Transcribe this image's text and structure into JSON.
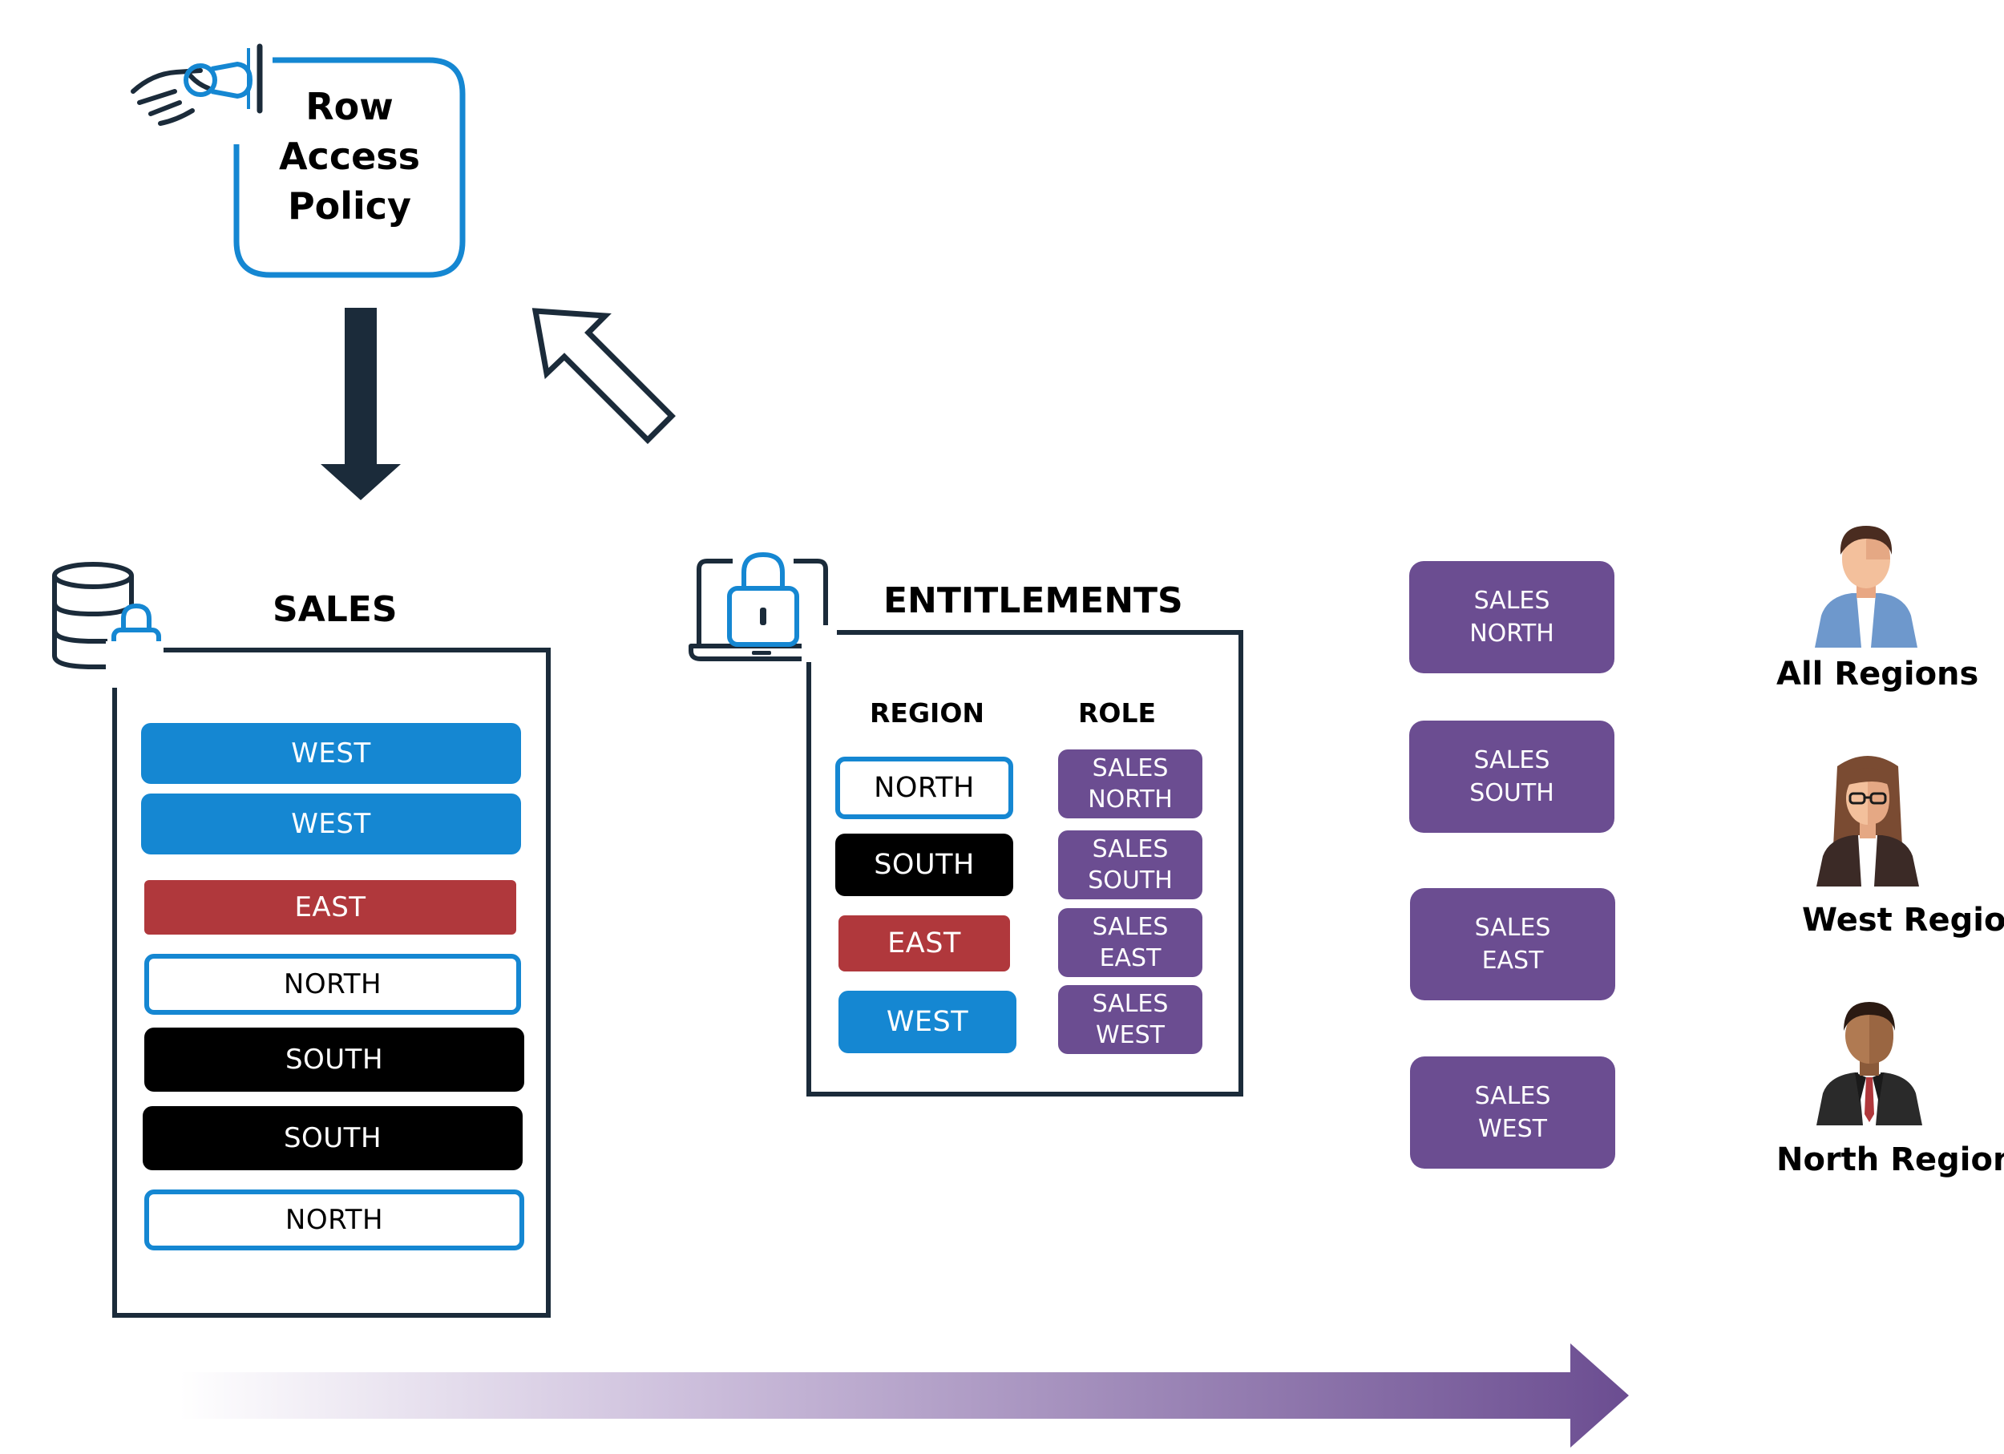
{
  "policy": {
    "lines": [
      "Row",
      "Access",
      "Policy"
    ]
  },
  "sales": {
    "title": "SALES",
    "rows": [
      {
        "label": "WEST",
        "style": "blue"
      },
      {
        "label": "WEST",
        "style": "blue"
      },
      {
        "label": "EAST",
        "style": "red"
      },
      {
        "label": "NORTH",
        "style": "outline"
      },
      {
        "label": "SOUTH",
        "style": "black"
      },
      {
        "label": "SOUTH",
        "style": "black"
      },
      {
        "label": "NORTH",
        "style": "outline"
      }
    ]
  },
  "entitlements": {
    "title": "ENTITLEMENTS",
    "region_header": "REGION",
    "role_header": "ROLE",
    "rows": [
      {
        "region": "NORTH",
        "style": "outline",
        "role": [
          "SALES",
          "NORTH"
        ]
      },
      {
        "region": "SOUTH",
        "style": "black",
        "role": [
          "SALES",
          "SOUTH"
        ]
      },
      {
        "region": "EAST",
        "style": "red",
        "role": [
          "SALES",
          "EAST"
        ]
      },
      {
        "region": "WEST",
        "style": "blue",
        "role": [
          "SALES",
          "WEST"
        ]
      }
    ]
  },
  "roles": [
    [
      "SALES",
      "NORTH"
    ],
    [
      "SALES",
      "SOUTH"
    ],
    [
      "SALES",
      "EAST"
    ],
    [
      "SALES",
      "WEST"
    ]
  ],
  "users": [
    {
      "label": "All Regions",
      "icon": "man-user-icon"
    },
    {
      "label": "West Region",
      "icon": "woman-user-icon"
    },
    {
      "label": "North Region",
      "icon": "businessman-user-icon"
    }
  ],
  "colors": {
    "blue": "#1587d2",
    "red": "#b0383c",
    "black": "#000000",
    "purple": "#6b4d91",
    "navy": "#1b2b3a"
  }
}
